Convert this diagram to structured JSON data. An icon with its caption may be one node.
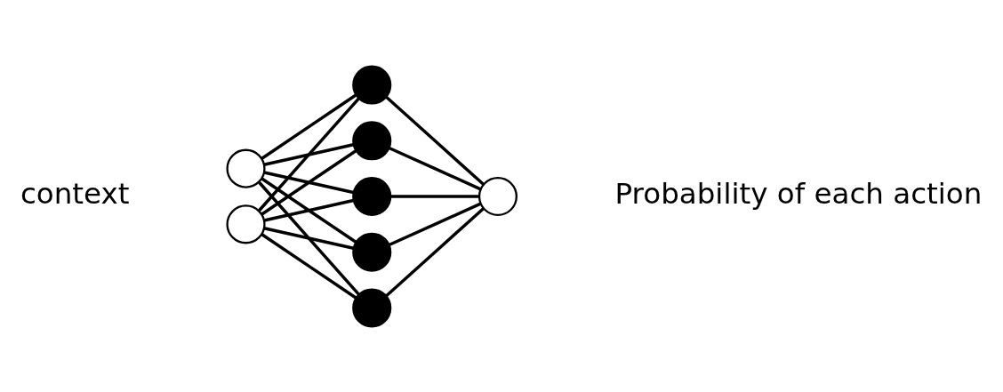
{
  "diagram": {
    "nodes": [
      {
        "text": [],
        "shape": "circle"
      },
      {
        "text": [],
        "shape": "circle"
      },
      {
        "text": [],
        "shape": "circle"
      },
      {
        "text": [],
        "shape": "circle"
      },
      {
        "text": [],
        "shape": "circle"
      },
      {
        "text": [],
        "shape": "circle"
      },
      {
        "text": [],
        "shape": "circle"
      },
      {
        "text": [],
        "shape": "circle"
      }
    ],
    "edges": [
      {
        "from": 0,
        "to": 2,
        "arrow": "none"
      },
      {
        "from": 0,
        "to": 3,
        "arrow": "none"
      },
      {
        "from": 0,
        "to": 4,
        "arrow": "none"
      },
      {
        "from": 0,
        "to": 5,
        "arrow": "none"
      },
      {
        "from": 0,
        "to": 6,
        "arrow": "none"
      },
      {
        "from": 1,
        "to": 2,
        "arrow": "none"
      },
      {
        "from": 1,
        "to": 3,
        "arrow": "none"
      },
      {
        "from": 1,
        "to": 4,
        "arrow": "none"
      },
      {
        "from": 1,
        "to": 5,
        "arrow": "none"
      },
      {
        "from": 1,
        "to": 6,
        "arrow": "none"
      },
      {
        "from": 2,
        "to": 7,
        "arrow": "none"
      },
      {
        "from": 3,
        "to": 7,
        "arrow": "none"
      },
      {
        "from": 4,
        "to": 7,
        "arrow": "none"
      },
      {
        "from": 5,
        "to": 7,
        "arrow": "none"
      },
      {
        "from": 6,
        "to": 7,
        "arrow": "none"
      }
    ],
    "labels": [
      "context",
      "Probability of each action"
    ]
  }
}
